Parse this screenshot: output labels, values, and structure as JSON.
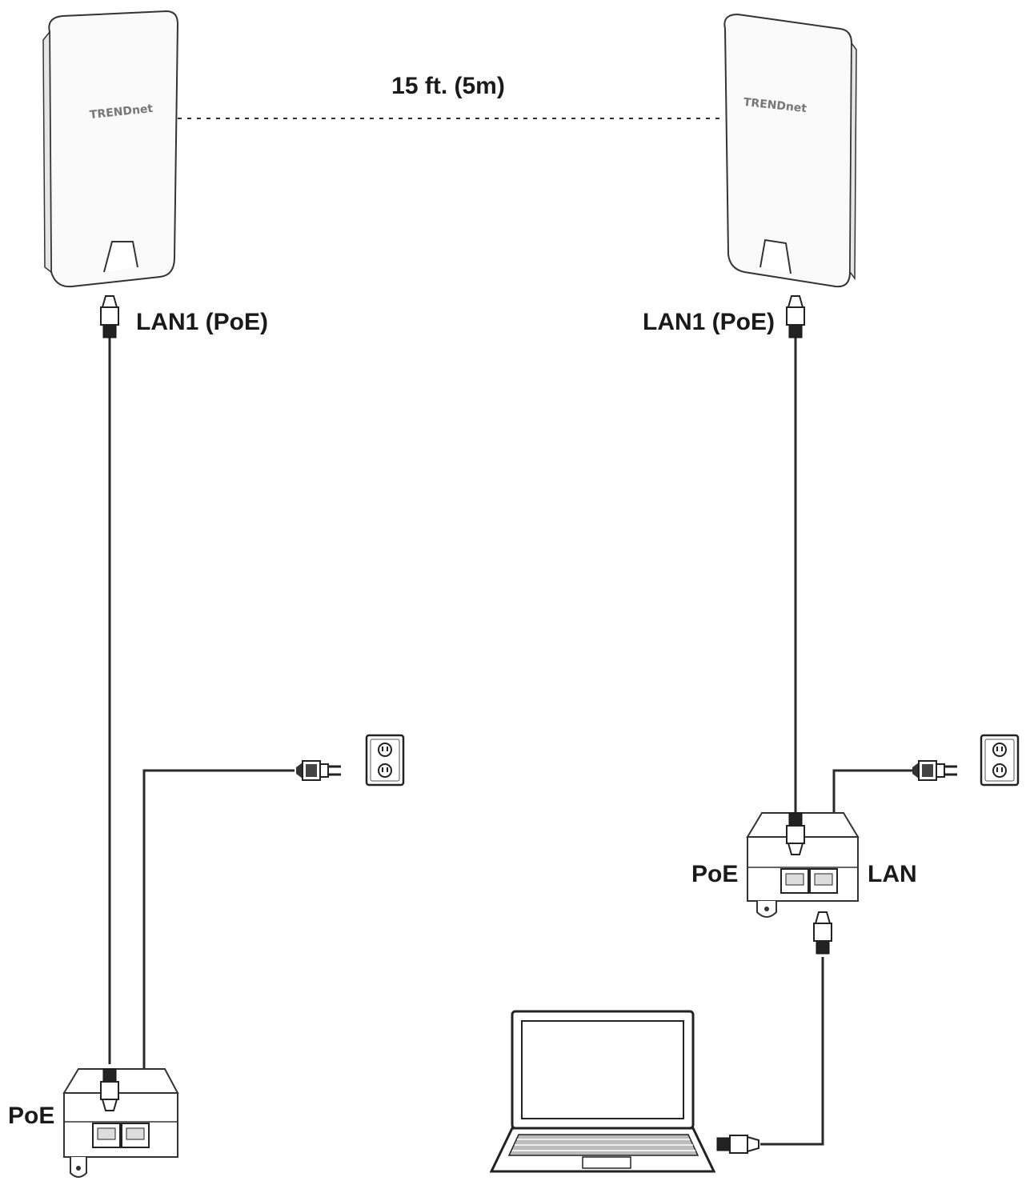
{
  "labels": {
    "distance": "15 ft. (5m)",
    "ap_left_port": "LAN1 (PoE)",
    "ap_right_port": "LAN1 (PoE)",
    "injector_left_poe": "PoE",
    "injector_right_poe": "PoE",
    "injector_right_lan": "LAN"
  },
  "devices": {
    "ap_left_logo": "TRENDnet",
    "ap_right_logo": "TRENDnet"
  }
}
